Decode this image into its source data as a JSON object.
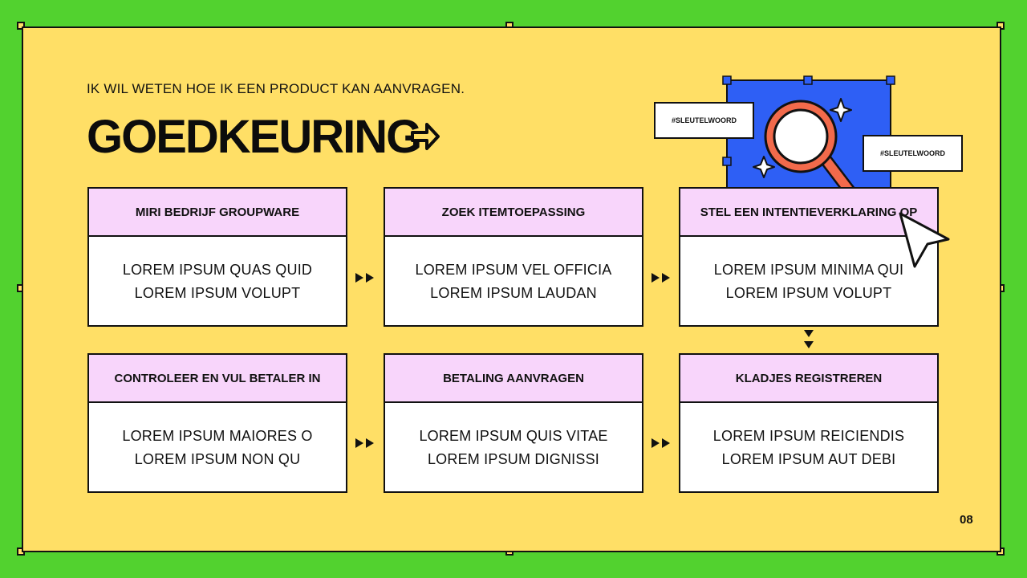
{
  "subtitle": "IK WIL WETEN HOE IK EEN PRODUCT KAN AANVRAGEN.",
  "title": "GOEDKEURING",
  "tags": [
    "#SLEUTELWOORD",
    "#SLEUTELWOORD"
  ],
  "steps": [
    {
      "title": "MIRI BEDRIJF GROUPWARE",
      "line1": "LOREM IPSUM QUAS QUID",
      "line2": "LOREM IPSUM VOLUPT"
    },
    {
      "title": "ZOEK ITEMTOEPASSING",
      "line1": "LOREM IPSUM VEL OFFICIA",
      "line2": "LOREM IPSUM LAUDAN"
    },
    {
      "title": "STEL EEN INTENTIEVERKLARING OP",
      "line1": "LOREM IPSUM MINIMA QUI",
      "line2": "LOREM IPSUM VOLUPT"
    },
    {
      "title": "CONTROLEER EN VUL BETALER IN",
      "line1": "LOREM IPSUM MAIORES O",
      "line2": "LOREM IPSUM NON QU"
    },
    {
      "title": "BETALING AANVRAGEN",
      "line1": "LOREM IPSUM QUIS VITAE",
      "line2": "LOREM IPSUM DIGNISSI"
    },
    {
      "title": "KLADJES REGISTREREN",
      "line1": "LOREM IPSUM REICIENDIS",
      "line2": "LOREM IPSUM AUT DEBI"
    }
  ],
  "page_number": "08",
  "colors": {
    "background": "#52d22f",
    "slide": "#ffdf66",
    "card_header": "#f8d5fb",
    "illustration_blue": "#2e5ff5",
    "magnifier": "#f26a4b"
  }
}
